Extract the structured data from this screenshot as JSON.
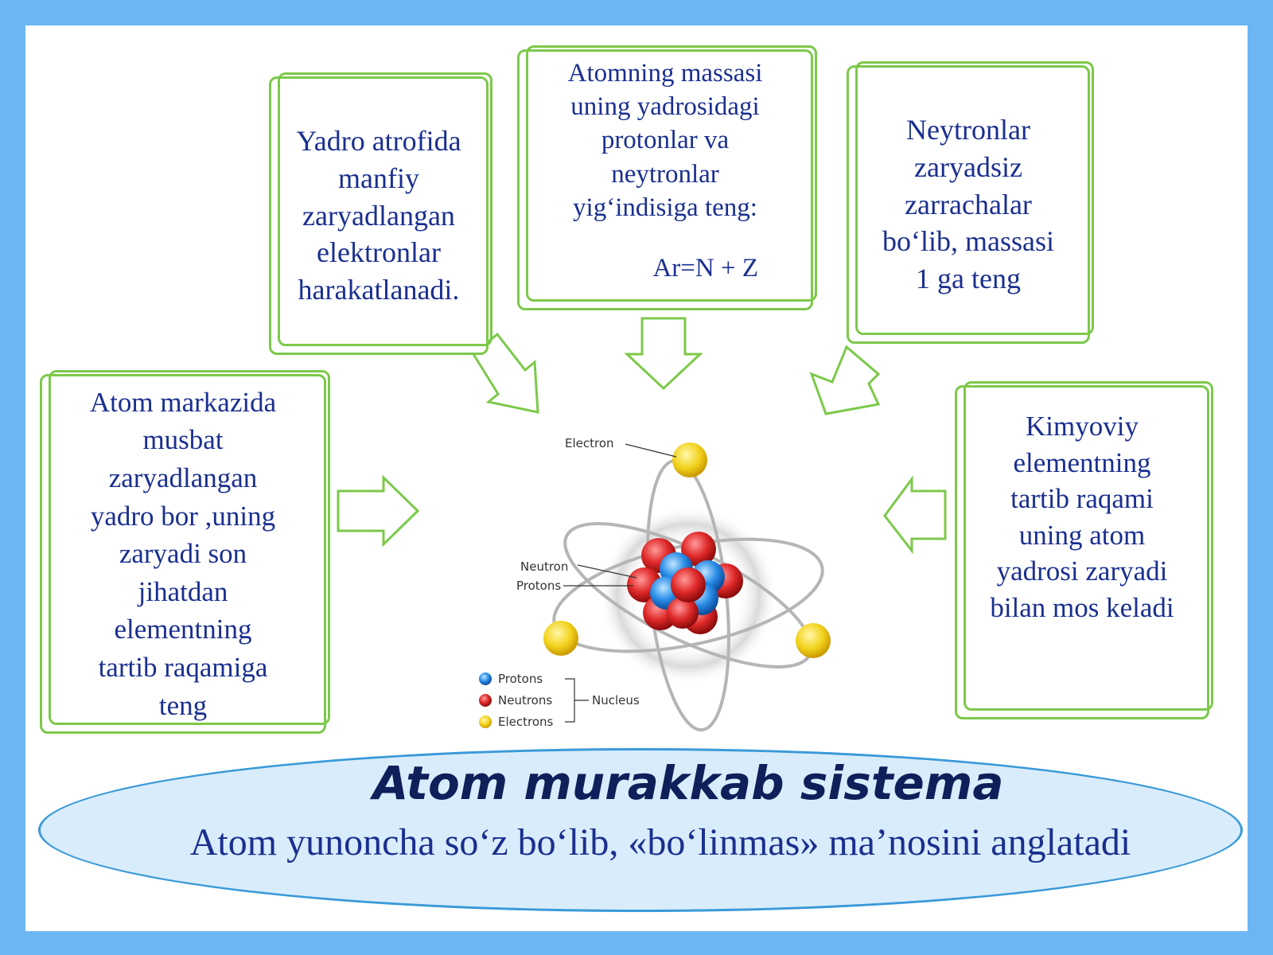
{
  "boxes": {
    "nucleus": "Atom markazida\nmusbat\nzaryadlangan\nyadro bor ,uning\nzaryadi son\njihatdan\nelementning\ntartib raqamiga\nteng",
    "electrons": "Yadro atrofida\nmanfiy\nzaryadlangan\nelektronlar\nharakatlanadi.",
    "mass": "Atomning massasi\nuning yadrosidagi\nprotonlar va\nneytronlar\nyig‘indisiga teng:",
    "mass_formula": "Ar=N + Z",
    "neutron": "Neytronlar\nzaryadsiz\nzarrachalar\nbo‘lib, massasi\n1 ga teng",
    "element": "Kimyoviy\nelementning\ntartib raqami\nuning atom\nyadrosi zaryadi\nbilan mos keladi"
  },
  "atom_labels": {
    "electron": "Electron",
    "neutron": "Neutron",
    "protons": "Protons"
  },
  "legend": {
    "protons": "Protons",
    "neutrons": "Neutrons",
    "electrons": "Electrons",
    "nucleus": "Nucleus"
  },
  "banner": {
    "title": "Atom murakkab sistema",
    "subtitle": "Atom yunoncha so‘z bo‘lib, «bo‘linmas» ma’nosini anglatadi"
  },
  "colors": {
    "background": "#6cb6f4",
    "box_border": "#7cc94a",
    "text": "#1a2f8f",
    "banner_fill": "#d9ecfb",
    "banner_border": "#3a9ad8"
  }
}
